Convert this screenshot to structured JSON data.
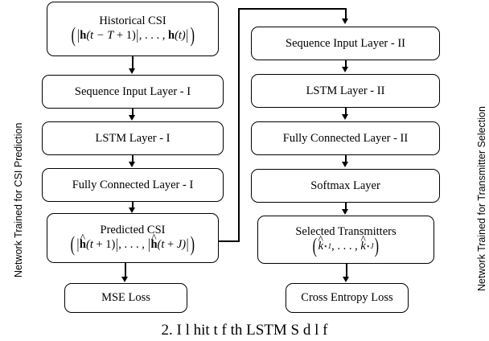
{
  "figure": {
    "title_caption": "2.  I            l      hit  t      f th   LSTM S    d l f",
    "side_labels": {
      "left": "Network Trained for CSI Prediction",
      "right": "Network Trained for Transmitter Selection"
    },
    "colors": {
      "stroke": "#000000",
      "background": "#ffffff"
    },
    "left_column": {
      "nodes": [
        {
          "id": "historical-csi",
          "line1": "Historical CSI",
          "has_formula": true,
          "formula_text": "(|h(t − T + 1)|, … , |h(t)|)"
        },
        {
          "id": "sequence-input-layer-i",
          "line1": "Sequence Input Layer - I",
          "has_formula": false
        },
        {
          "id": "lstm-layer-i",
          "line1": "LSTM Layer - I",
          "has_formula": false
        },
        {
          "id": "fully-connected-layer-i",
          "line1": "Fully Connected Layer - I",
          "has_formula": false
        },
        {
          "id": "predicted-csi",
          "line1": "Predicted CSI",
          "has_formula": true,
          "formula_text": "(|ĥ(t + 1)|, … , |ĥ(t + J)|)"
        },
        {
          "id": "mse-loss",
          "line1": "MSE Loss",
          "has_formula": false
        }
      ]
    },
    "right_column": {
      "nodes": [
        {
          "id": "sequence-input-layer-ii",
          "line1": "Sequence Input Layer - II",
          "has_formula": false
        },
        {
          "id": "lstm-layer-ii",
          "line1": "LSTM Layer - II",
          "has_formula": false
        },
        {
          "id": "fully-connected-layer-ii",
          "line1": "Fully Connected Layer - II",
          "has_formula": false
        },
        {
          "id": "softmax-layer",
          "line1": "Softmax Layer",
          "has_formula": false
        },
        {
          "id": "selected-transmitters",
          "line1": "Selected Transmitters",
          "has_formula": true,
          "formula_text": "(k̂*1, … , k̂*J)"
        },
        {
          "id": "cross-entropy-loss",
          "line1": "Cross Entropy Loss",
          "has_formula": false
        }
      ]
    },
    "math_tokens": {
      "h_bold": "h",
      "t": "t",
      "T": "T",
      "J": "J",
      "k": "k",
      "minus": "−",
      "plus": "+",
      "one": "1",
      "ellipsis": ", . . . ,",
      "comma": ",",
      "star": "⋆",
      "hat": "^",
      "abs": "|",
      "lparen": "(",
      "rparen": ")"
    }
  }
}
